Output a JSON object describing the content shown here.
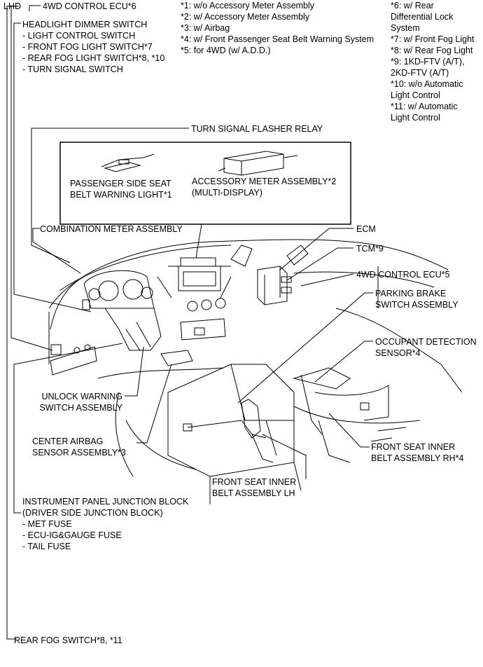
{
  "top_left": {
    "lhd": "LHD",
    "ecu6": "4WD CONTROL ECU*6"
  },
  "notes_left": [
    "*1: w/o Accessory Meter Assembly",
    "*2: w/ Accessory Meter Assembly",
    "*3: w/ Airbag",
    "*4: w/ Front Passenger Seat Belt Warning System",
    "*5: for 4WD (w/ A.D.D.)"
  ],
  "notes_right": [
    "*6: w/ Rear",
    "Differential Lock",
    "System",
    "*7: w/ Front Fog Light",
    "*8: w/ Rear Fog Light",
    "*9: 1KD-FTV (A/T),",
    "2KD-FTV (A/T)",
    "*10: w/o Automatic",
    "Light Control",
    "*11: w/ Automatic",
    "Light Control"
  ],
  "headlight_block": [
    "HEADLIGHT DIMMER SWITCH",
    "- LIGHT CONTROL SWITCH",
    "- FRONT FOG LIGHT SWITCH*7",
    "- REAR FOG LIGHT SWITCH*8, *10",
    "- TURN SIGNAL SWITCH"
  ],
  "labels": {
    "turn_signal_relay": "TURN SIGNAL FLASHER RELAY",
    "passenger_light": [
      "PASSENGER SIDE SEAT",
      "BELT WARNING LIGHT*1"
    ],
    "accessory_meter": [
      "ACCESSORY METER ASSEMBLY*2",
      "(MULTI-DISPLAY)"
    ],
    "combination_meter": "COMBINATION METER ASSEMBLY",
    "ecm": "ECM",
    "tcm": "TCM*9",
    "ecu5": "4WD CONTROL ECU*5",
    "parking_brake": [
      "PARKING BRAKE",
      "SWITCH ASSEMBLY"
    ],
    "occupant_sensor": [
      "OCCUPANT DETECTION",
      "SENSOR*4"
    ],
    "unlock_warning": [
      "UNLOCK WARNING",
      "SWITCH ASSEMBLY"
    ],
    "center_airbag": [
      "CENTER AIRBAG",
      "SENSOR ASSEMBLY*3"
    ],
    "front_belt_rh": [
      "FRONT SEAT INNER",
      "BELT ASSEMBLY RH*4"
    ],
    "front_belt_lh": [
      "FRONT SEAT INNER",
      "BELT ASSEMBLY LH"
    ],
    "junction_block": [
      "INSTRUMENT PANEL JUNCTION BLOCK",
      "(DRIVER SIDE JUNCTION BLOCK)",
      "- MET FUSE",
      "- ECU-IG&GAUGE FUSE",
      "- TAIL FUSE"
    ],
    "rear_fog": "REAR FOG SWITCH*8, *11"
  }
}
